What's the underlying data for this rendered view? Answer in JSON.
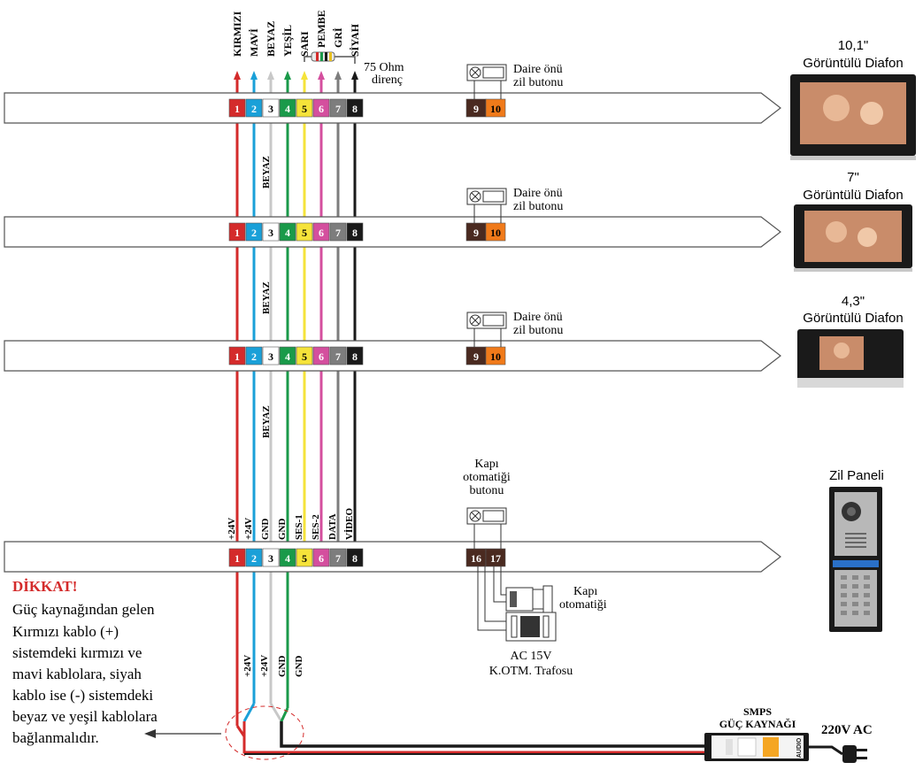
{
  "colors": {
    "red": "#d42b2b",
    "blue": "#1aa0d8",
    "white": "#ffffff",
    "green": "#1a9a4a",
    "yellow": "#f5e33a",
    "pink": "#d44f9e",
    "gray": "#7d7d7d",
    "black": "#1a1a1a",
    "brown": "#4a2a20",
    "orange": "#f07a1a",
    "beyaz_wire": "#c8c8c8"
  },
  "wire_color_names": [
    "KIRMIZI",
    "MAVİ",
    "BEYAZ",
    "YEŞİL",
    "SARI",
    "PEMBE",
    "GRİ",
    "SİYAH"
  ],
  "terminal_numbers": [
    "1",
    "2",
    "3",
    "4",
    "5",
    "6",
    "7",
    "8"
  ],
  "resistor_label": "75 Ohm\ndirenç",
  "resistor_label_line1": "75 Ohm",
  "resistor_label_line2": "direnç",
  "doorbell_button_label_line1": "Daire önü",
  "doorbell_button_label_line2": "zil butonu",
  "doorbell_terminals": [
    "9",
    "10"
  ],
  "monitors": [
    {
      "size": "10,1\"",
      "name": "Görüntülü Diafon"
    },
    {
      "size": "7\"",
      "name": "Görüntülü Diafon"
    },
    {
      "size": "4,3\"",
      "name": "Görüntülü Diafon"
    }
  ],
  "beyaz_label": "BEYAZ",
  "door_release_button_line1": "Kapı",
  "door_release_button_line2": "otomatiği",
  "door_release_button_line3": "butonu",
  "panel_terminals": [
    "16",
    "17"
  ],
  "wire_functions": [
    "+24V",
    "+24V",
    "GND",
    "GND",
    "SES-1",
    "SES-2",
    "DATA",
    "VİDEO"
  ],
  "panel_title": "Zil Paneli",
  "door_lock_label_line1": "Kapı",
  "door_lock_label_line2": "otomatiği",
  "transformer_line1": "AC 15V",
  "transformer_line2": "K.OTM. Trafosu",
  "bottom_wire_labels": [
    "+24V",
    "+24V",
    "GND",
    "GND"
  ],
  "psu_title_line1": "SMPS",
  "psu_title_line2": "GÜÇ KAYNAĞI",
  "mains_label": "220V AC",
  "warning": {
    "head": "DİKKAT!",
    "lines": [
      "Güç kaynağından gelen",
      "Kırmızı kablo (+)",
      "sistemdeki kırmızı ve",
      "mavi kablolara, siyah",
      "kablo ise (-) sistemdeki",
      "beyaz ve yeşil kablolara",
      "bağlanmalıdır."
    ]
  },
  "brand": "AUDIO"
}
